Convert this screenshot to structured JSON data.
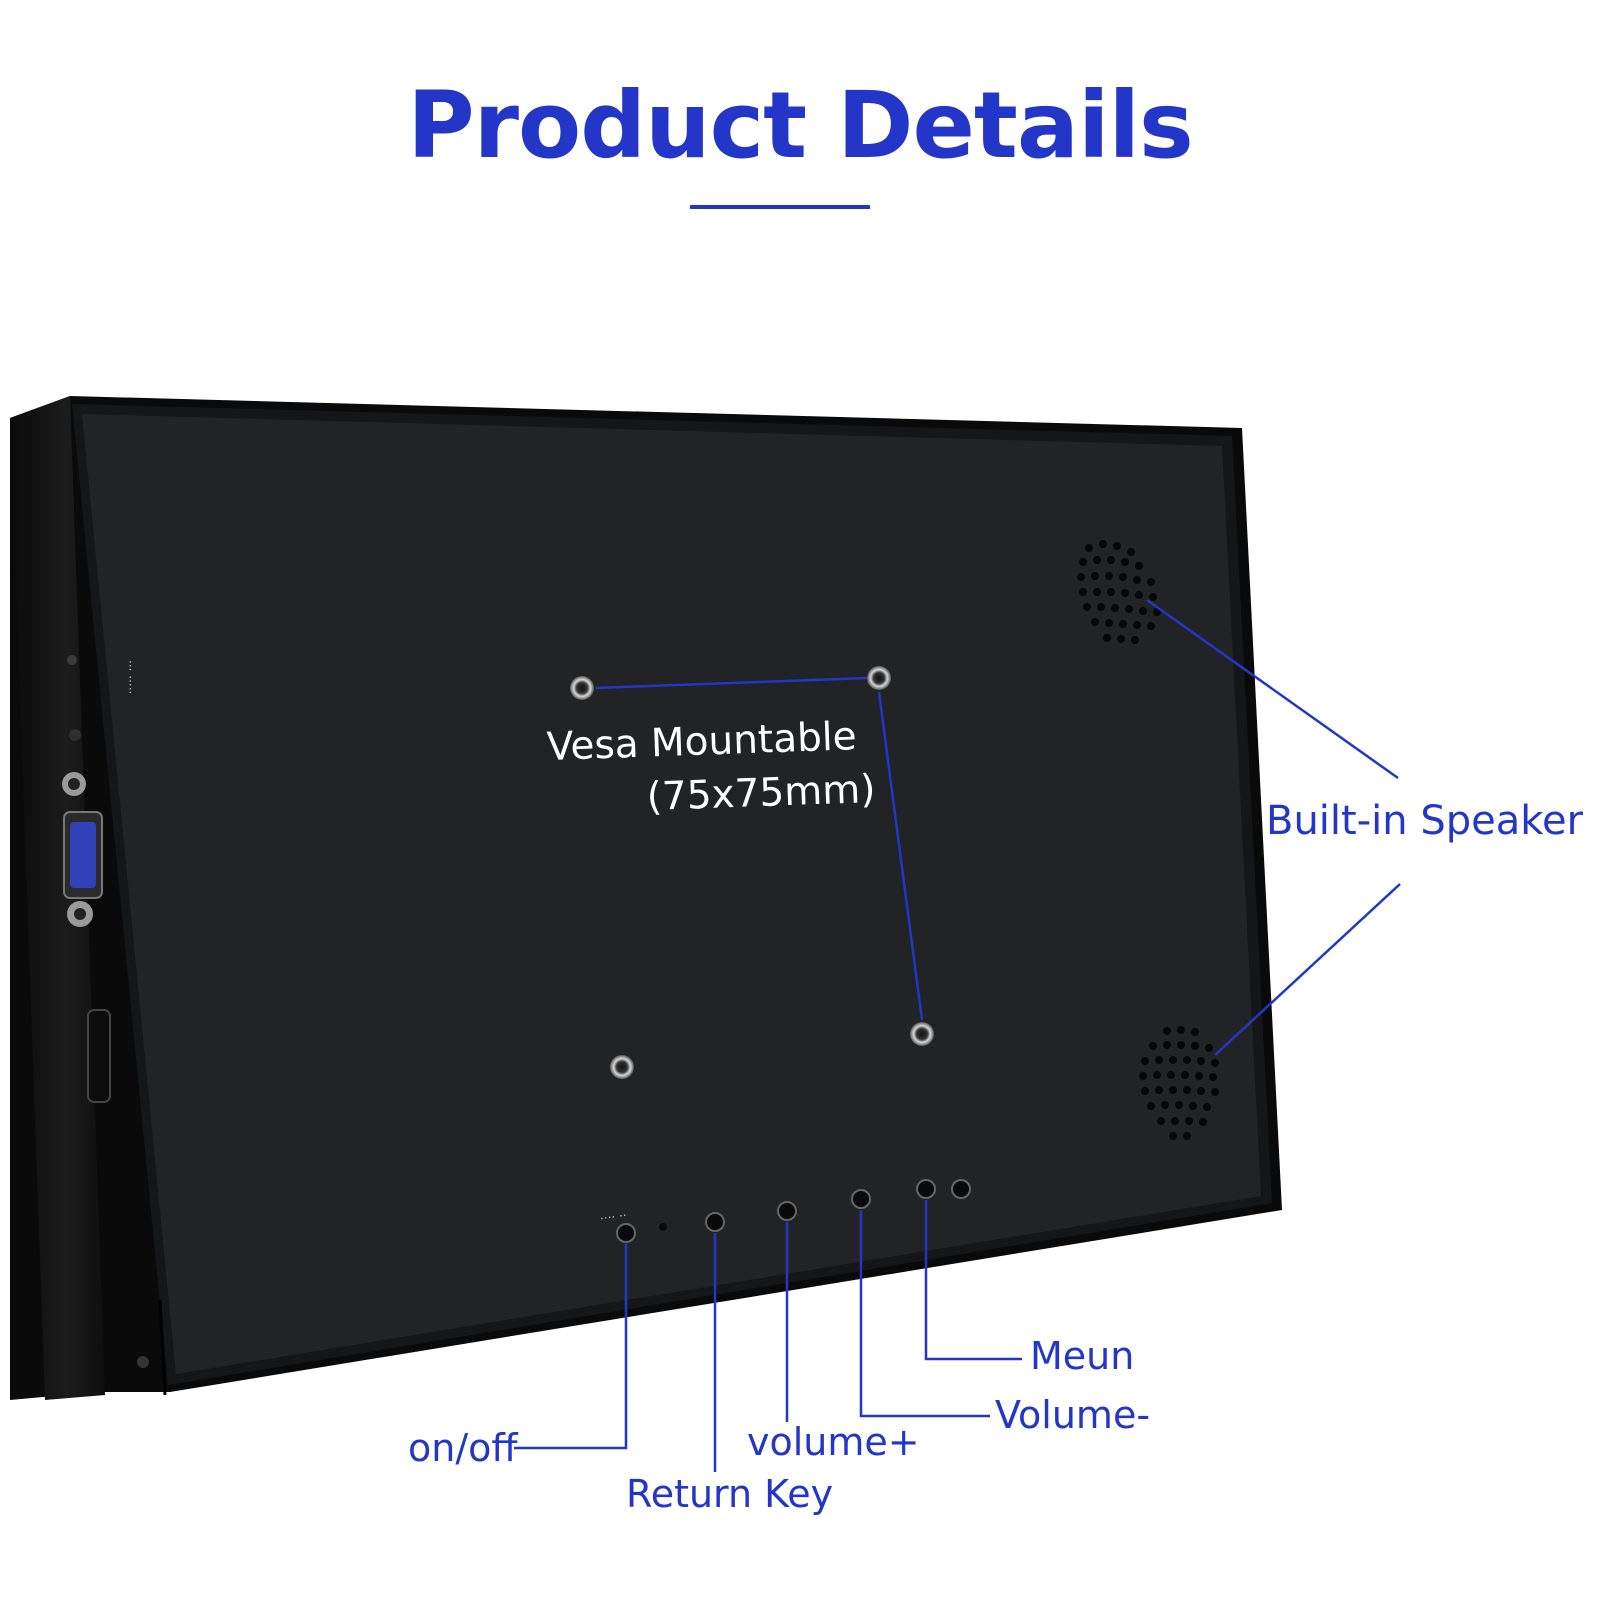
{
  "header": {
    "title": "Product Details"
  },
  "colors": {
    "accent": "#2336c8",
    "panel": "#1e1f21",
    "frame": "#0b0b0c"
  },
  "callouts": {
    "vesa_line1": "Vesa Mountable",
    "vesa_line2": "(75x75mm)",
    "speaker": "Built-in Speaker",
    "menu": "Meun",
    "volume_minus": "Volume-",
    "volume_plus": "volume+",
    "on_off": "on/off",
    "return_key": "Return Key"
  }
}
